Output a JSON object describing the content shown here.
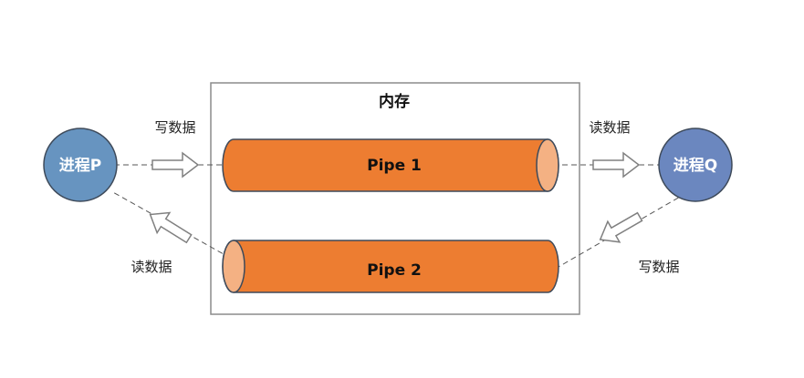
{
  "memory": {
    "title": "内存"
  },
  "pipes": [
    {
      "label": "Pipe 1"
    },
    {
      "label": "Pipe 2"
    }
  ],
  "processes": {
    "p": {
      "label": "进程P"
    },
    "q": {
      "label": "进程Q"
    }
  },
  "edges": {
    "p_write": "写数据",
    "p_read": "读数据",
    "q_read": "读数据",
    "q_write": "写数据"
  },
  "colors": {
    "pipe_body": "#ED7D31",
    "pipe_cap": "#F4B183",
    "process_p": "#6794C0",
    "process_q": "#6B87BF",
    "outline": "#3E4A5A",
    "frame": "#8C8C8C",
    "arrow_outline": "#808080"
  }
}
